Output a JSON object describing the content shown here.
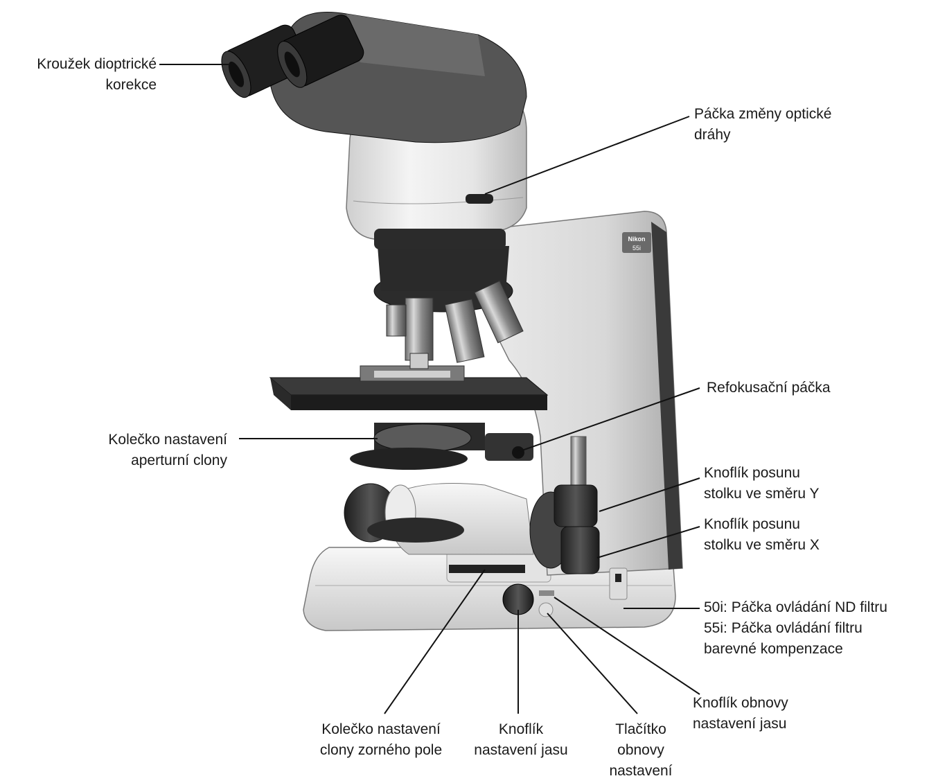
{
  "callouts": {
    "diopter_ring": [
      "Kroužek dioptrické",
      "korekce"
    ],
    "optical_path_lever": [
      "Páčka změny optické",
      "dráhy"
    ],
    "refocusing_lever": [
      "Refokusační páčka"
    ],
    "aperture_diaphragm_ring": [
      "Kolečko nastavení",
      "aperturní clony"
    ],
    "stage_y_knob": [
      "Knoflík posunu",
      "stolku ve směru Y"
    ],
    "stage_x_knob": [
      "Knoflík posunu",
      "stolku ve směru X"
    ],
    "filter_lever": [
      "50i: Páčka ovládání ND filtru",
      "55i: Páčka ovládání filtru",
      "barevné kompenzace"
    ],
    "brightness_reset_knob": [
      "Knoflík obnovy",
      "nastavení jasu"
    ],
    "field_diaphragm_ring": [
      "Kolečko nastavení",
      "clony zorného pole"
    ],
    "brightness_knob": [
      "Knoflík",
      "nastavení jasu"
    ],
    "reset_button": [
      "Tlačítko",
      "obnovy",
      "nastavení"
    ]
  },
  "brand_text": [
    "Nikon",
    "55i"
  ]
}
